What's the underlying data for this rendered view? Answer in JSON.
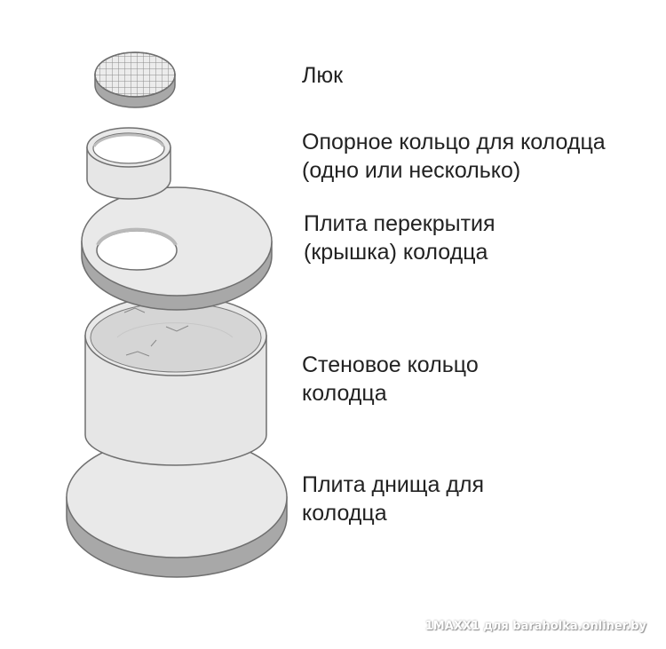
{
  "labels": {
    "hatch": "Люк",
    "ring_line1": "Опорное кольцо для колодца",
    "ring_line2": "(одно или несколько)",
    "cover_line1": "Плита перекрытия",
    "cover_line2": "(крышка) колодца",
    "wall_line1": "Стеновое кольцо",
    "wall_line2": "колодца",
    "bottom_line1": "Плита днища для",
    "bottom_line2": "колодца"
  },
  "watermark": "1MAXX1 для baraholka.onliner.by",
  "colors": {
    "surface": "#e9e9e9",
    "edge": "#a8a8a8",
    "outline": "#6f6f6f",
    "inner_wall": "#d5d5d5",
    "text": "#222222"
  }
}
